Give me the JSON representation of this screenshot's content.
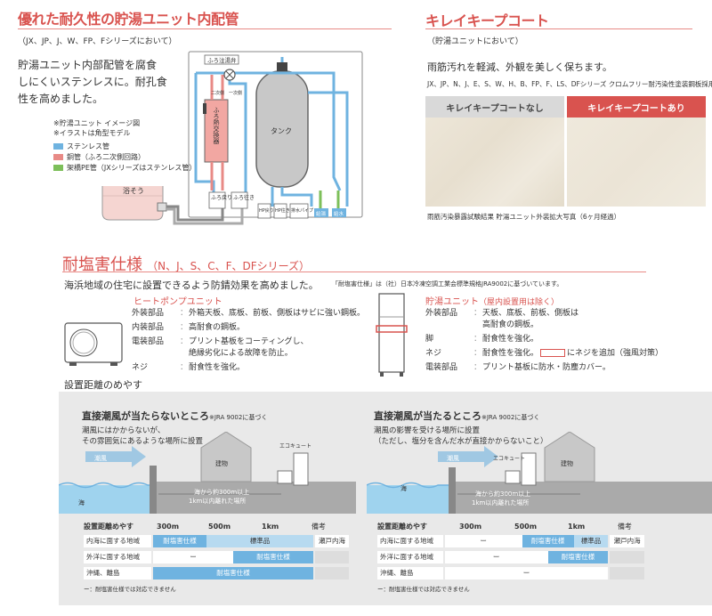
{
  "section1": {
    "title": "優れた耐久性の貯湯ユニット内配管",
    "subtitle": "（JX、JP、J、W、FP、Fシリーズにおいて）",
    "body": [
      "貯湯ユニット内部配管を腐食",
      "しにくいステンレスに。耐孔食",
      "性を高めました。"
    ],
    "notes": [
      "※貯湯ユニット イメージ図",
      "※イラストは角型モデル"
    ],
    "legend": [
      {
        "label": "ステンレス管",
        "color": "#6fb3e0"
      },
      {
        "label": "銅管（ふろ二次側回路）",
        "color": "#e88a86"
      },
      {
        "label": "架橋PE管（JXシリーズはステンレス管）",
        "color": "#7dbf5a"
      }
    ],
    "diagram": {
      "bath_label": "浴そう",
      "valve_label": "ふろ注湯弁",
      "secondary_left": "二次側",
      "secondary_right": "一次側",
      "exchanger_label": "ふろ熱交換器",
      "tank_label": "タンク",
      "port_labels": [
        "ふろ戻り",
        "ふろ往き",
        "HP戻り",
        "HP往き",
        "排水パイプ",
        "給湯",
        "給水"
      ]
    }
  },
  "section2": {
    "title": "キレイキープコート",
    "subtitle": "（貯湯ユニットにおいて）",
    "body": "雨筋汚れを軽減、外観を美しく保ちます。",
    "series_note": "JX、JP、N、J、E、S、W、H、B、FP、F、LS、DFシリーズ  クロムフリー耐汚染性塗装鋼板採用",
    "panel_without": "キレイキープコートなし",
    "panel_with": "キレイキープコートあり",
    "caption": "雨筋汚染暴露試験結果 貯湯ユニット外装拡大写真（6ヶ月経過）"
  },
  "section3": {
    "title": "耐塩害仕様",
    "title_series": "（N、J、S、C、F、DFシリーズ）",
    "lead": "海浜地域の住宅に設置できるよう防錆効果を高めました。",
    "lead_note": "「耐塩害仕様」は（社）日本冷凍空調工業会標準規格JRA9002に基づいています。",
    "heatpump": {
      "heading": "ヒートポンプユニット",
      "rows": [
        {
          "label": "外装部品",
          "text": [
            "外箱天板、底板、前板、側板はサビに強い鋼板。"
          ]
        },
        {
          "label": "内装部品",
          "text": [
            "高耐食の鋼板。"
          ]
        },
        {
          "label": "電装部品",
          "text": [
            "プリント基板をコーティングし、",
            "絶縁劣化による故障を防止。"
          ]
        },
        {
          "label": "ネジ",
          "text": [
            "耐食性を強化。"
          ]
        }
      ]
    },
    "storage": {
      "heading": "貯湯ユニット",
      "heading_note": "（屋内設置用は除く）",
      "rows": [
        {
          "label": "外装部品",
          "text": [
            "天板、底板、前板、側板は",
            "高耐食の鋼板。"
          ]
        },
        {
          "label": "脚",
          "text": [
            "耐食性を強化。"
          ]
        },
        {
          "label": "ネジ",
          "text_before": "耐食性を強化。",
          "text_after": "にネジを追加（強風対策）"
        },
        {
          "label": "電装部品",
          "text": [
            "プリント基板に防水・防塵カバー。"
          ]
        }
      ]
    },
    "distance_heading": "設置距離のめやす"
  },
  "box_left": {
    "title": "直接潮風が当たらないところ",
    "title_note": "※JRA 9002に基づく",
    "desc": [
      "潮風にはかからないが、",
      "その雰囲気にあるような場所に設置"
    ],
    "wind": "潮風",
    "sea": "海",
    "building": "建物",
    "unit": "エコキュート",
    "range": [
      "海から約300m以上",
      "1km以内離れた場所"
    ],
    "table": {
      "header": [
        "設置距離めやす",
        "300m",
        "500m",
        "1km",
        "備考"
      ],
      "rows": [
        {
          "area": "内海に面する地域",
          "cells": [
            "耐塩害仕様",
            "標準品"
          ],
          "note": "瀬戸内海"
        },
        {
          "area": "外洋に面する地域",
          "cells": [
            "ー",
            "耐塩害仕様"
          ],
          "note": ""
        },
        {
          "area": "沖縄、離島",
          "cells": [
            "耐塩害仕様"
          ],
          "note": ""
        }
      ],
      "footnote": "ー：耐塩害仕様では対応できません"
    }
  },
  "box_right": {
    "title": "直接潮風が当たるところ",
    "title_note": "※JRA 9002に基づく",
    "desc": [
      "潮風の影響を受ける場所に設置",
      "（ただし、塩分を含んだ水が直接かからないこと）"
    ],
    "wind": "潮風",
    "sea": "海",
    "building": "建物",
    "unit": "エコキュート",
    "range": [
      "海から約300m以上",
      "1km以内離れた場所"
    ],
    "table": {
      "header": [
        "設置距離めやす",
        "300m",
        "500m",
        "1km",
        "備考"
      ],
      "rows": [
        {
          "area": "内海に面する地域",
          "cells": [
            "ー",
            "耐塩害仕様",
            "標準品"
          ],
          "note": "瀬戸内海"
        },
        {
          "area": "外洋に面する地域",
          "cells": [
            "ー",
            "耐塩害仕様"
          ],
          "note": ""
        },
        {
          "area": "沖縄、離島",
          "cells": [
            "ー"
          ],
          "note": ""
        }
      ],
      "footnote": "ー：耐塩害仕様では対応できません"
    }
  }
}
